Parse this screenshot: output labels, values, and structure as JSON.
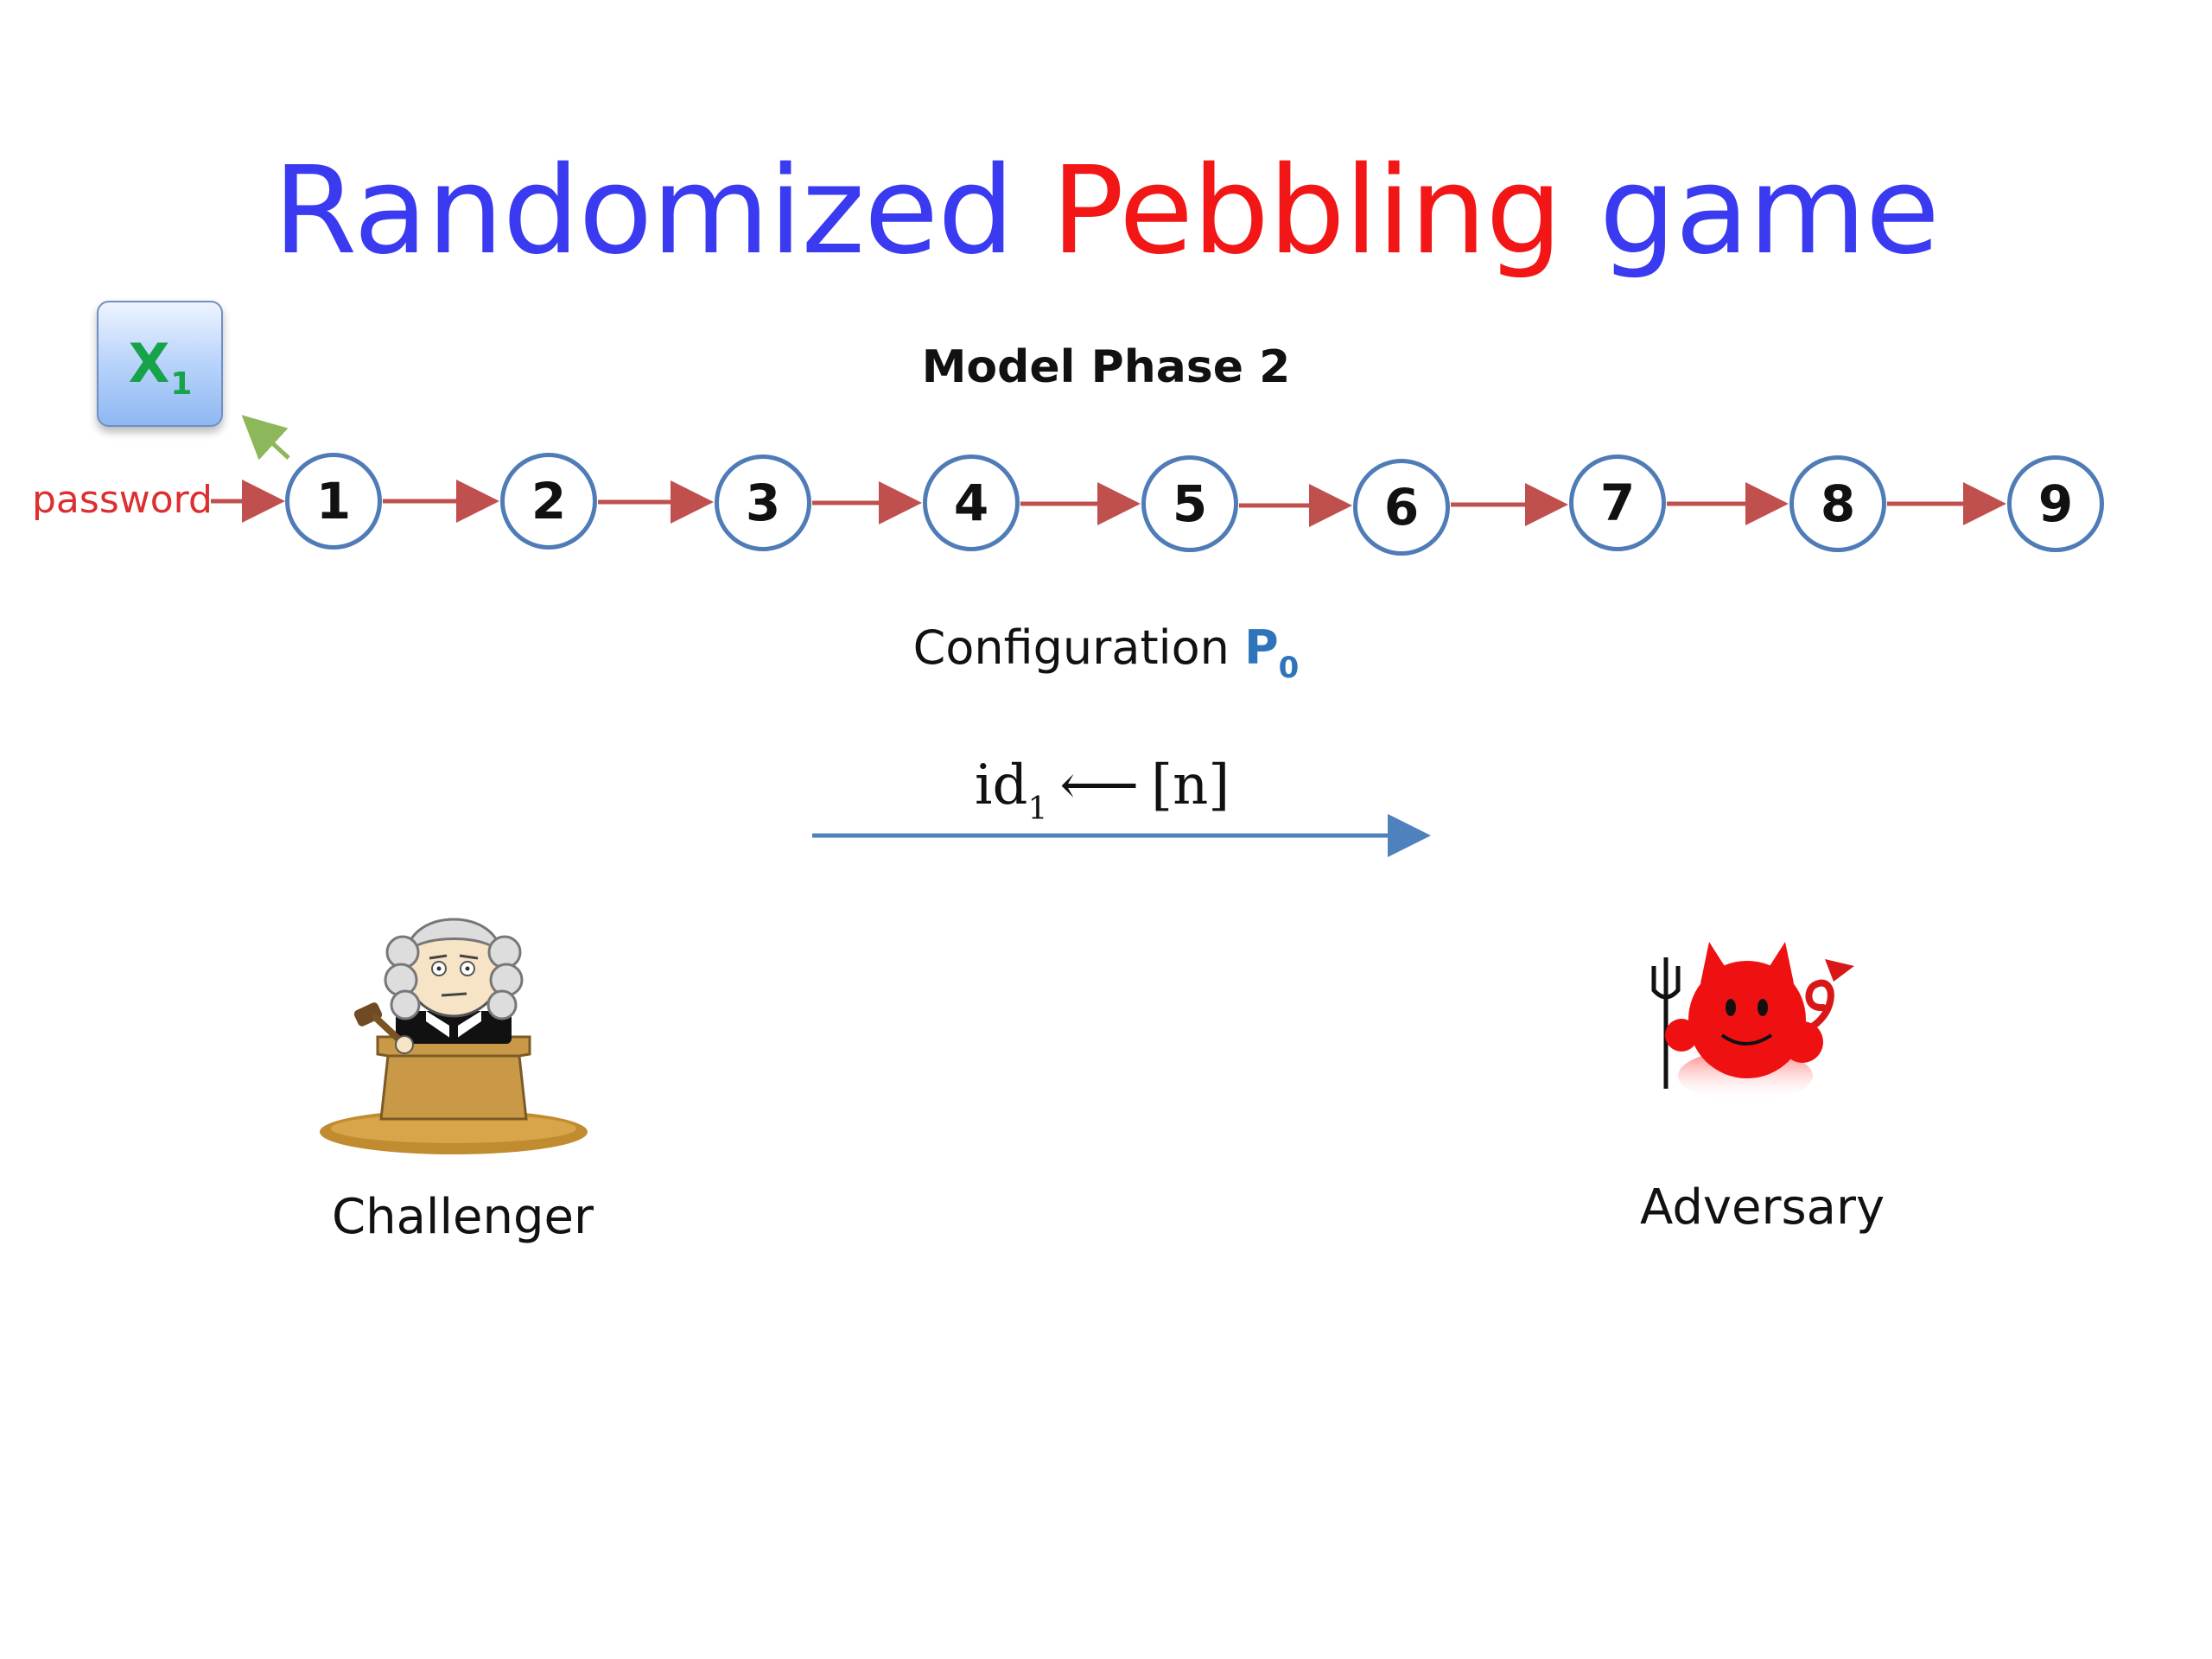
{
  "title": {
    "part1": "Randomized",
    "part2": "Pebbling",
    "part3": "game"
  },
  "model_phase": "Model Phase 2",
  "x_box": {
    "label": "X",
    "subscript": "1"
  },
  "password_label": "password",
  "nodes": [
    "1",
    "2",
    "3",
    "4",
    "5",
    "6",
    "7",
    "8",
    "9"
  ],
  "configuration": {
    "text": "Configuration",
    "symbol": "P",
    "subscript": "0"
  },
  "id_expression": {
    "id": "id",
    "subscript": "1",
    "arrow": "⟵",
    "set": "[n]"
  },
  "challenger_label": "Challenger",
  "adversary_label": "Adversary",
  "colors": {
    "title_blue": "#3a3af0",
    "title_red": "#f21616",
    "chain_arrow": "#c0504d",
    "node_border": "#4f7bb7",
    "x_text": "#17a34a",
    "message_arrow": "#4f81bd"
  },
  "icons": {
    "challenger": "judge-icon",
    "adversary": "devil-icon"
  }
}
